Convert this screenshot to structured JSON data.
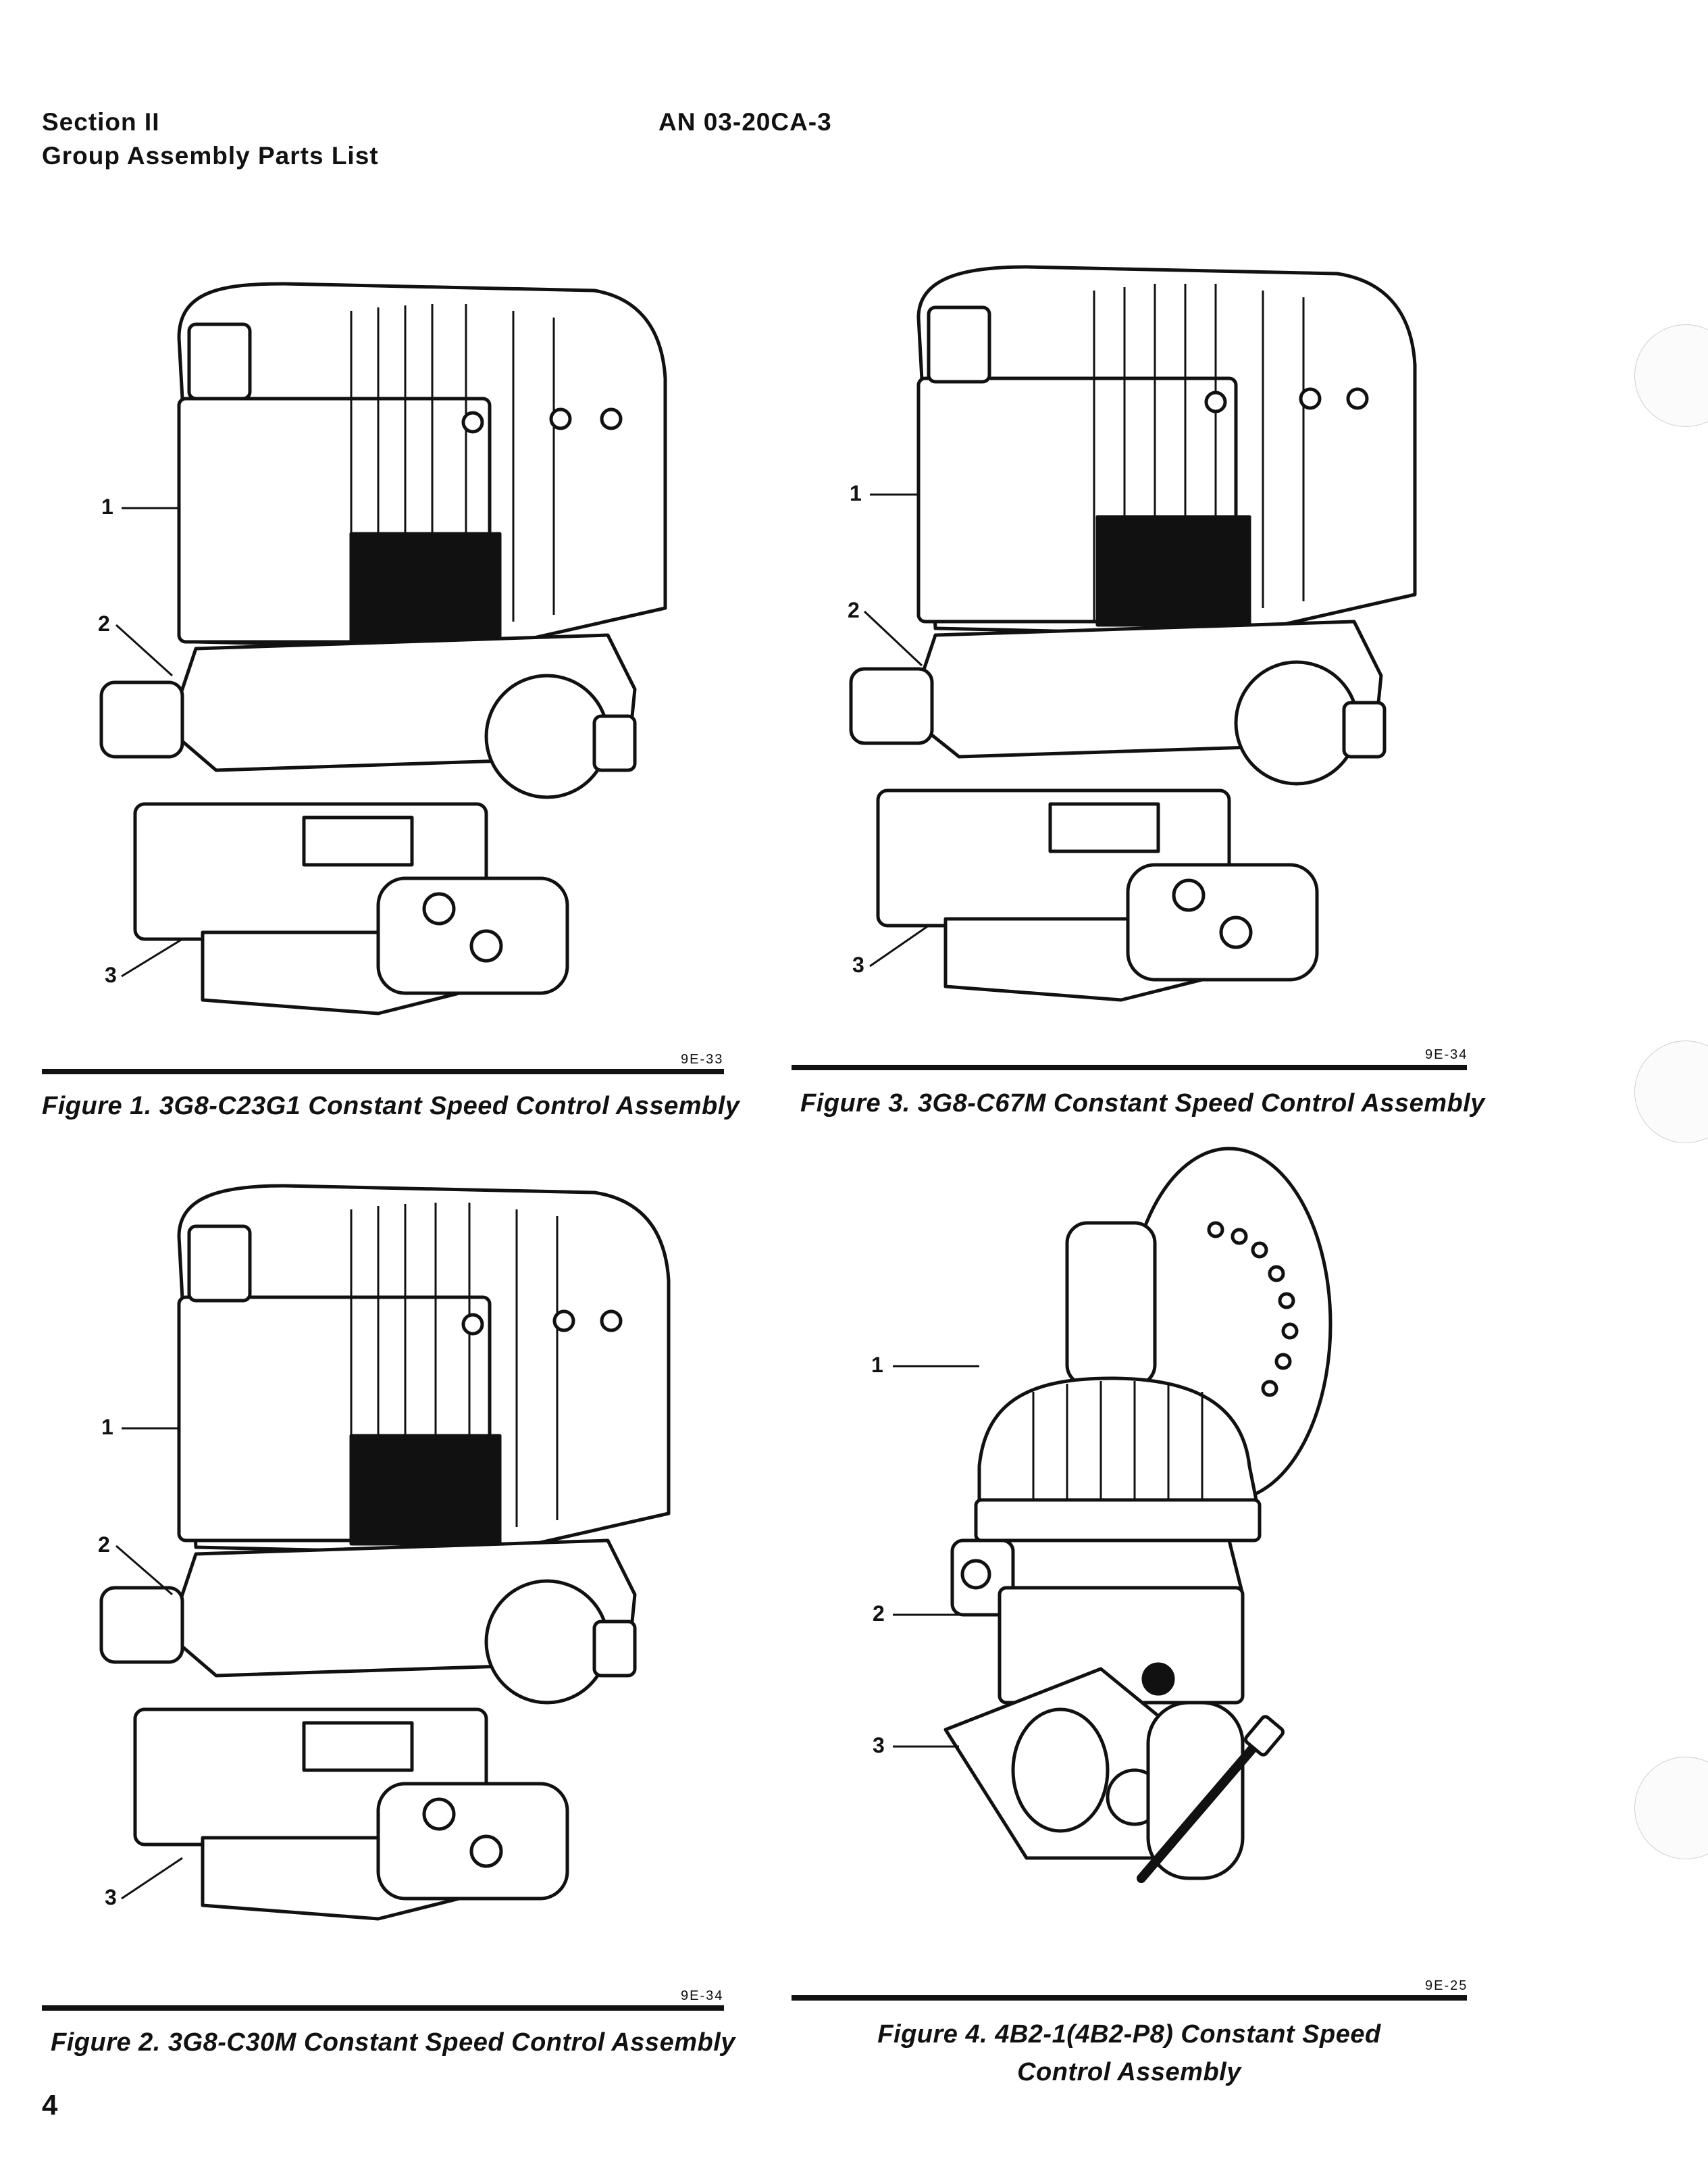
{
  "header": {
    "section": "Section II",
    "subtitle": "Group Assembly Parts List",
    "doc_number": "AN 03-20CA-3"
  },
  "figures": [
    {
      "id": "fig1",
      "caption": "Figure 1. 3G8-C23G1 Constant Speed Control Assembly",
      "code": "9E-33",
      "callouts": [
        "1",
        "2",
        "3"
      ]
    },
    {
      "id": "fig3",
      "caption": "Figure 3. 3G8-C67M Constant Speed Control Assembly",
      "code": "9E-34",
      "callouts": [
        "1",
        "2",
        "3"
      ]
    },
    {
      "id": "fig2",
      "caption": "Figure 2. 3G8-C30M Constant Speed Control Assembly",
      "code": "9E-34",
      "callouts": [
        "1",
        "2",
        "3"
      ]
    },
    {
      "id": "fig4",
      "caption_line1": "Figure 4. 4B2-1(4B2-P8) Constant Speed",
      "caption_line2": "Control Assembly",
      "code": "9E-25",
      "callouts": [
        "1",
        "2",
        "3"
      ]
    }
  ],
  "page_number": "4"
}
